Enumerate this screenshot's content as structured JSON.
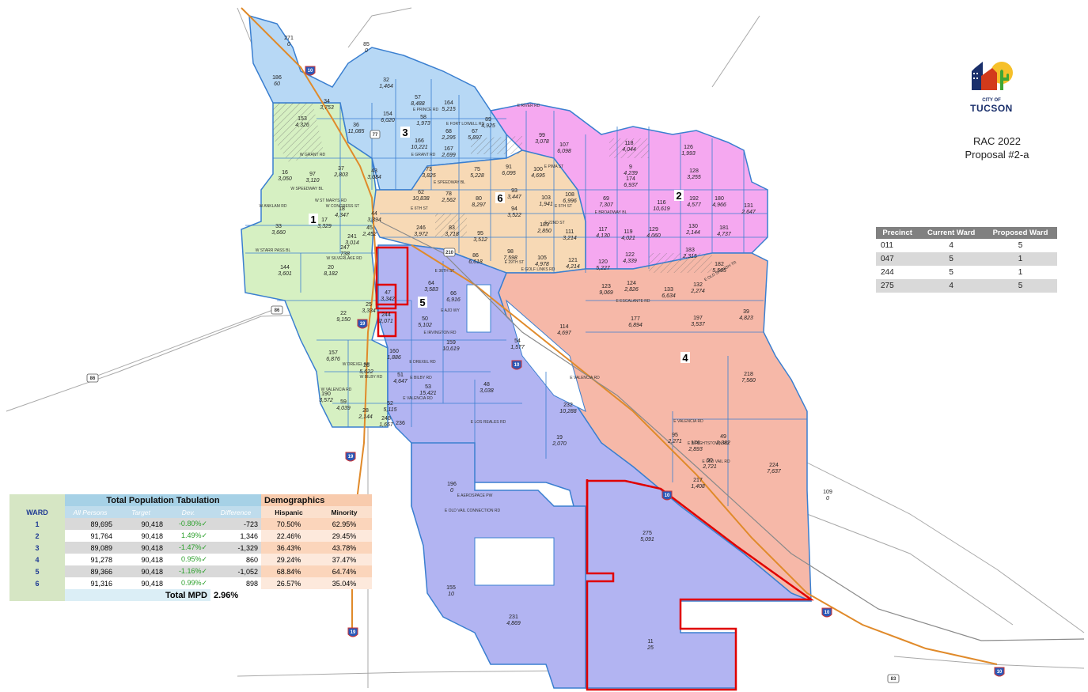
{
  "title": {
    "line1": "RAC 2022",
    "line2": "Proposal #2-a"
  },
  "logo": {
    "city_of": "CITY OF",
    "name": "TUCSON"
  },
  "wards": [
    {
      "label": "1",
      "color": "#d6f0c2"
    },
    {
      "label": "2",
      "color": "#f5a8f0"
    },
    {
      "label": "3",
      "color": "#b7d8f5"
    },
    {
      "label": "4",
      "color": "#f6b8a8"
    },
    {
      "label": "5",
      "color": "#b2b4f2"
    },
    {
      "label": "6",
      "color": "#f7d9b5"
    }
  ],
  "highways": [
    {
      "label": "10",
      "kind": "interstate"
    },
    {
      "label": "10",
      "kind": "interstate"
    },
    {
      "label": "10",
      "kind": "interstate"
    },
    {
      "label": "10",
      "kind": "interstate"
    },
    {
      "label": "10",
      "kind": "interstate"
    },
    {
      "label": "19",
      "kind": "interstate"
    },
    {
      "label": "19",
      "kind": "interstate"
    },
    {
      "label": "19",
      "kind": "interstate"
    },
    {
      "label": "86",
      "kind": "state"
    },
    {
      "label": "86",
      "kind": "state"
    },
    {
      "label": "83",
      "kind": "state"
    },
    {
      "label": "77",
      "kind": "state"
    },
    {
      "label": "210",
      "kind": "state"
    }
  ],
  "precincts": [
    {
      "id": "271",
      "pop": "0"
    },
    {
      "id": "186",
      "pop": "60"
    },
    {
      "id": "85",
      "pop": "0"
    },
    {
      "id": "34",
      "pop": "3,753"
    },
    {
      "id": "153",
      "pop": "4,326"
    },
    {
      "id": "36",
      "pop": "11,085"
    },
    {
      "id": "32",
      "pop": "1,464"
    },
    {
      "id": "57",
      "pop": "8,488"
    },
    {
      "id": "164",
      "pop": "5,215"
    },
    {
      "id": "154",
      "pop": "6,020"
    },
    {
      "id": "58",
      "pop": "1,973"
    },
    {
      "id": "68",
      "pop": "2,295"
    },
    {
      "id": "67",
      "pop": "5,897"
    },
    {
      "id": "166",
      "pop": "10,221"
    },
    {
      "id": "167",
      "pop": "2,699"
    },
    {
      "id": "89",
      "pop": "4,925"
    },
    {
      "id": "99",
      "pop": "3,078"
    },
    {
      "id": "107",
      "pop": "6,098"
    },
    {
      "id": "118",
      "pop": "4,044"
    },
    {
      "id": "126",
      "pop": "1,993"
    },
    {
      "id": "16",
      "pop": "3,050"
    },
    {
      "id": "97",
      "pop": "3,110"
    },
    {
      "id": "37",
      "pop": "2,803"
    },
    {
      "id": "43",
      "pop": "3,084"
    },
    {
      "id": "73",
      "pop": "3,825"
    },
    {
      "id": "75",
      "pop": "5,228"
    },
    {
      "id": "91",
      "pop": "6,095"
    },
    {
      "id": "100",
      "pop": "4,695"
    },
    {
      "id": "9",
      "pop": "4,239"
    },
    {
      "id": "174",
      "pop": "6,937"
    },
    {
      "id": "128",
      "pop": "3,255"
    },
    {
      "id": "62",
      "pop": "10,838"
    },
    {
      "id": "78",
      "pop": "2,562"
    },
    {
      "id": "80",
      "pop": "8,297"
    },
    {
      "id": "93",
      "pop": "3,447"
    },
    {
      "id": "103",
      "pop": "1,941"
    },
    {
      "id": "108",
      "pop": "6,996"
    },
    {
      "id": "69",
      "pop": "7,307"
    },
    {
      "id": "116",
      "pop": "10,619"
    },
    {
      "id": "192",
      "pop": "4,577"
    },
    {
      "id": "180",
      "pop": "4,966"
    },
    {
      "id": "131",
      "pop": "2,647"
    },
    {
      "id": "17",
      "pop": "3,329"
    },
    {
      "id": "33",
      "pop": "3,660"
    },
    {
      "id": "18",
      "pop": "4,347"
    },
    {
      "id": "44",
      "pop": "3,394"
    },
    {
      "id": "45",
      "pop": "2,452"
    },
    {
      "id": "241",
      "pop": "3,014"
    },
    {
      "id": "246",
      "pop": "3,972"
    },
    {
      "id": "83",
      "pop": "3,718"
    },
    {
      "id": "95",
      "pop": "3,512"
    },
    {
      "id": "94",
      "pop": "3,522"
    },
    {
      "id": "189",
      "pop": "2,850"
    },
    {
      "id": "111",
      "pop": "3,214"
    },
    {
      "id": "117",
      "pop": "4,130"
    },
    {
      "id": "119",
      "pop": "4,021"
    },
    {
      "id": "129",
      "pop": "4,060"
    },
    {
      "id": "130",
      "pop": "2,144"
    },
    {
      "id": "181",
      "pop": "4,737"
    },
    {
      "id": "144",
      "pop": "3,601"
    },
    {
      "id": "20",
      "pop": "8,182"
    },
    {
      "id": "247",
      "pop": "738"
    },
    {
      "id": "86",
      "pop": "6,618"
    },
    {
      "id": "98",
      "pop": "7,598"
    },
    {
      "id": "105",
      "pop": "4,978"
    },
    {
      "id": "121",
      "pop": "4,214"
    },
    {
      "id": "120",
      "pop": "5,227"
    },
    {
      "id": "122",
      "pop": "4,339"
    },
    {
      "id": "183",
      "pop": "2,315"
    },
    {
      "id": "182",
      "pop": "5,565"
    },
    {
      "id": "64",
      "pop": "3,583"
    },
    {
      "id": "66",
      "pop": "6,916"
    },
    {
      "id": "47",
      "pop": "3,342"
    },
    {
      "id": "123",
      "pop": "9,069"
    },
    {
      "id": "124",
      "pop": "2,826"
    },
    {
      "id": "133",
      "pop": "6,634"
    },
    {
      "id": "132",
      "pop": "2,274"
    },
    {
      "id": "25",
      "pop": "3,334"
    },
    {
      "id": "22",
      "pop": "9,150"
    },
    {
      "id": "244",
      "pop": "2,071"
    },
    {
      "id": "50",
      "pop": "5,102"
    },
    {
      "id": "114",
      "pop": "4,697"
    },
    {
      "id": "177",
      "pop": "6,894"
    },
    {
      "id": "197",
      "pop": "3,537"
    },
    {
      "id": "39",
      "pop": "4,823"
    },
    {
      "id": "159",
      "pop": "10,619"
    },
    {
      "id": "54",
      "pop": "1,577"
    },
    {
      "id": "157",
      "pop": "6,876"
    },
    {
      "id": "26",
      "pop": "5,622"
    },
    {
      "id": "160",
      "pop": "1,886"
    },
    {
      "id": "51",
      "pop": "4,647"
    },
    {
      "id": "53",
      "pop": "15,421"
    },
    {
      "id": "48",
      "pop": "3,038"
    },
    {
      "id": "218",
      "pop": "7,560"
    },
    {
      "id": "190",
      "pop": "3,572"
    },
    {
      "id": "59",
      "pop": "4,039"
    },
    {
      "id": "28",
      "pop": "2,144"
    },
    {
      "id": "52",
      "pop": "5,115"
    },
    {
      "id": "248",
      "pop": "1,657"
    },
    {
      "id": "236",
      "pop": ""
    },
    {
      "id": "232",
      "pop": "10,288"
    },
    {
      "id": "19",
      "pop": "2,070"
    },
    {
      "id": "95",
      "pop": "2,271"
    },
    {
      "id": "176",
      "pop": "2,893"
    },
    {
      "id": "49",
      "pop": "2,382"
    },
    {
      "id": "90",
      "pop": "2,721"
    },
    {
      "id": "224",
      "pop": "7,637"
    },
    {
      "id": "217",
      "pop": "1,408"
    },
    {
      "id": "109",
      "pop": "0"
    },
    {
      "id": "196",
      "pop": "0"
    },
    {
      "id": "275",
      "pop": "5,091"
    },
    {
      "id": "155",
      "pop": "10"
    },
    {
      "id": "231",
      "pop": "4,869"
    },
    {
      "id": "11",
      "pop": "25"
    }
  ],
  "streets": [
    "E RIVER RD",
    "E PRINCE RD",
    "E FORT LOWELL RD",
    "E GRANT RD",
    "E PIMA ST",
    "W SPEEDWAY BL",
    "E SPEEDWAY BL",
    "W ST MARYS RD",
    "W CONGRESS ST",
    "E 6TH ST",
    "E 5TH ST",
    "E 22ND ST",
    "E BROADWAY BL",
    "W ANKLAM RD",
    "W SILVERLAKE RD",
    "E 36TH ST",
    "E 29TH ST",
    "E GOLF LINKS RD",
    "E AJO WY",
    "E IRVINGTON RD",
    "W DREXEL RD",
    "E DREXEL RD",
    "W BILBY RD",
    "E BILBY RD",
    "W VALENCIA RD",
    "E VALENCIA RD",
    "E LOS REALES RD",
    "E AEROSPACE PW",
    "E OLD VAIL CONNECTION RD",
    "E VALENCIA RD",
    "E ESCALANTE RD",
    "E OLD SPANISH TR",
    "E WRIGHTSTOWN RD",
    "W GRANT RD",
    "W STARR PASS BL",
    "E VALENCIA RD",
    "E OLD VAIL RD"
  ],
  "precinct_table": {
    "headers": [
      "Precinct",
      "Current Ward",
      "Proposed Ward"
    ],
    "rows": [
      [
        "011",
        "4",
        "5"
      ],
      [
        "047",
        "5",
        "1"
      ],
      [
        "244",
        "5",
        "1"
      ],
      [
        "275",
        "4",
        "5"
      ]
    ]
  },
  "population_table": {
    "ward_header": "WARD",
    "total_header": "Total Population Tabulation",
    "demographics_header": "Demographics",
    "sub_headers": [
      "All Persons",
      "Target",
      "Dev.",
      "Difference"
    ],
    "dem_headers": [
      "Hispanic",
      "Minority"
    ],
    "rows": [
      {
        "ward": "1",
        "all": "89,695",
        "target": "90,418",
        "dev": "-0.80%✓",
        "diff": "-723",
        "hispanic": "70.50%",
        "minority": "62.95%"
      },
      {
        "ward": "2",
        "all": "91,764",
        "target": "90,418",
        "dev": "1.49%✓",
        "diff": "1,346",
        "hispanic": "22.46%",
        "minority": "29.45%"
      },
      {
        "ward": "3",
        "all": "89,089",
        "target": "90,418",
        "dev": "-1.47%✓",
        "diff": "-1,329",
        "hispanic": "36.43%",
        "minority": "43.78%"
      },
      {
        "ward": "4",
        "all": "91,278",
        "target": "90,418",
        "dev": "0.95%✓",
        "diff": "860",
        "hispanic": "29.24%",
        "minority": "37.47%"
      },
      {
        "ward": "5",
        "all": "89,366",
        "target": "90,418",
        "dev": "-1.16%✓",
        "diff": "-1,052",
        "hispanic": "68.84%",
        "minority": "64.74%"
      },
      {
        "ward": "6",
        "all": "91,316",
        "target": "90,418",
        "dev": "0.99%✓",
        "diff": "898",
        "hispanic": "26.57%",
        "minority": "35.04%"
      }
    ],
    "total_label": "Total MPD",
    "total_value": "2.96%"
  }
}
